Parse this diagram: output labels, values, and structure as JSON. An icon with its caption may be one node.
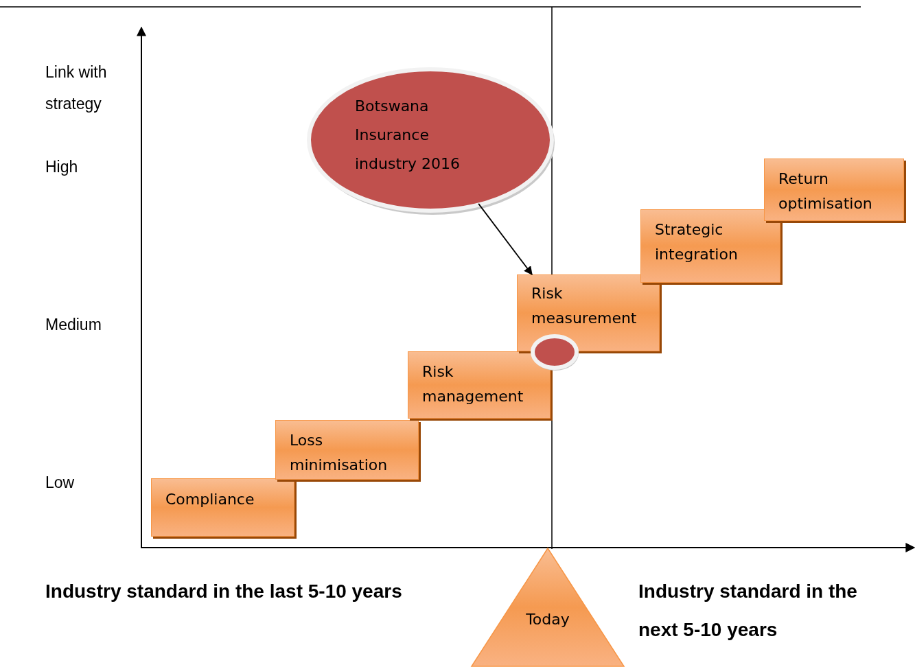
{
  "diagram": {
    "nodes": [
      {
        "text": [
          "Botswana Insurance industry 2016"
        ]
      },
      {
        "text": [
          "Compliance"
        ]
      },
      {
        "text": [
          "Loss minimisation"
        ]
      },
      {
        "text": [
          "Risk management"
        ]
      },
      {
        "text": [
          "Risk measurement"
        ]
      },
      {
        "text": [
          "Strategic integration"
        ]
      },
      {
        "text": [
          "Return optimisation"
        ]
      },
      {
        "text": [],
        "shape": "circle"
      },
      {
        "text": [
          "Today"
        ]
      }
    ],
    "edges": [
      {
        "from": 0,
        "to": 4,
        "arrow": "to"
      }
    ],
    "labels": [
      "Link with strategy",
      "High",
      "Medium",
      "Low",
      "Industry standard in the last 5-10 years",
      "Industry standard in the next 5-10 years"
    ]
  }
}
